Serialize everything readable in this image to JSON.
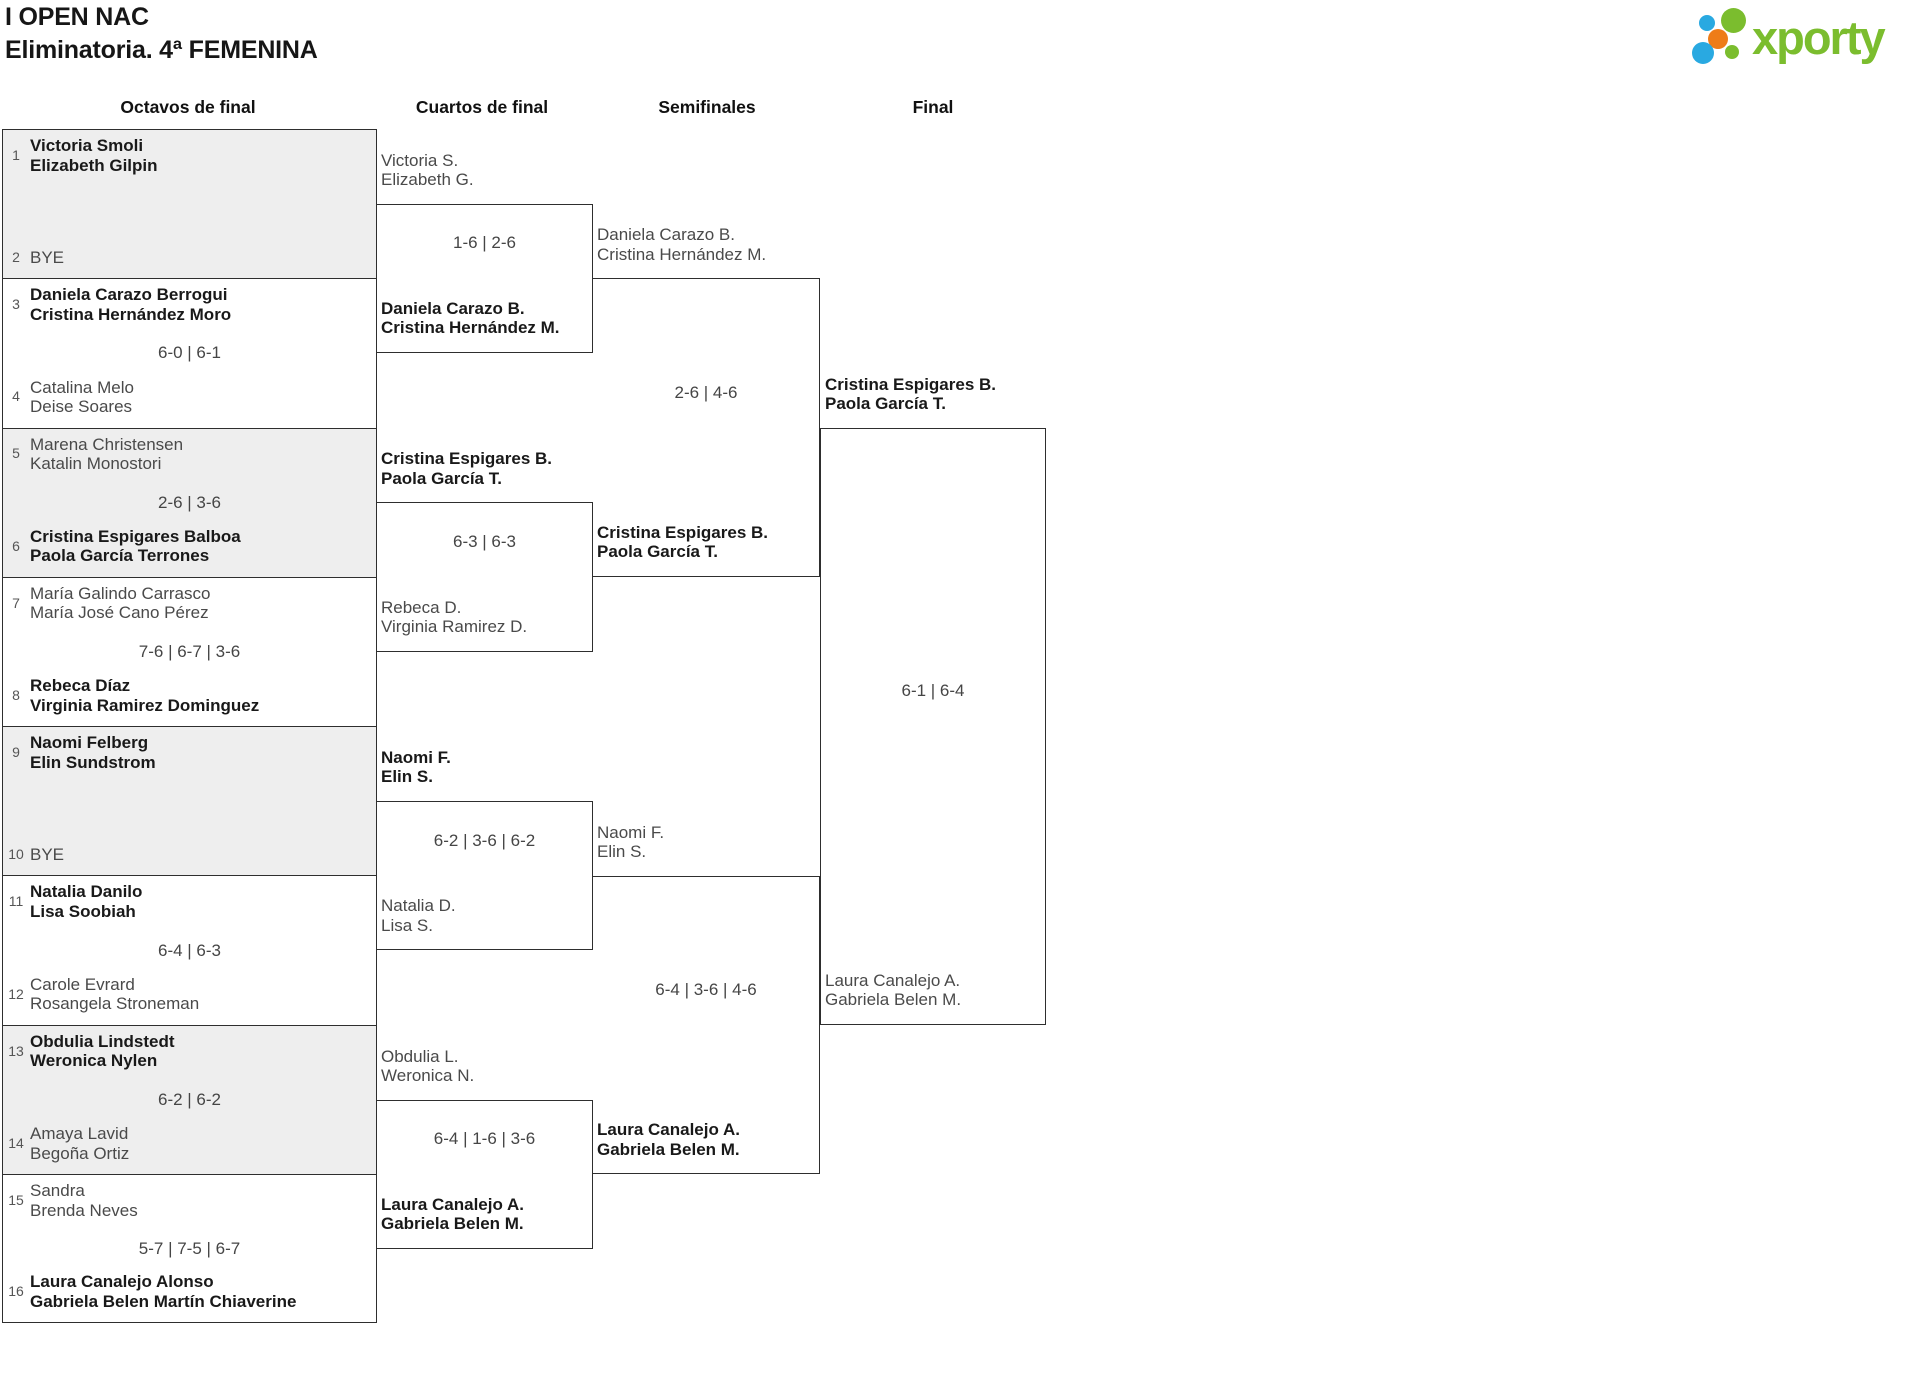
{
  "page": {
    "title": "I OPEN NAC",
    "subtitle": "Eliminatoria. 4ª FEMENINA"
  },
  "logo": {
    "wordmark": "xporty",
    "green": "#7bbd2e",
    "blue": "#29a9e1",
    "orange": "#ee7c18"
  },
  "round_headers": {
    "r16": "Octavos de final",
    "qf": "Cuartos de final",
    "sf": "Semifinales",
    "final": "Final"
  },
  "bracket": {
    "r16": [
      {
        "s1": "1",
        "t1a": "Victoria Smoli",
        "t1b": "Elizabeth Gilpin",
        "t1w": true,
        "score": "",
        "s2": "2",
        "t2a": "BYE",
        "t2b": "",
        "t2w": false
      },
      {
        "s1": "3",
        "t1a": "Daniela Carazo Berrogui",
        "t1b": "Cristina Hernández Moro",
        "t1w": true,
        "score": "6-0 | 6-1",
        "s2": "4",
        "t2a": "Catalina Melo",
        "t2b": "Deise Soares",
        "t2w": false
      },
      {
        "s1": "5",
        "t1a": "Marena Christensen",
        "t1b": "Katalin Monostori",
        "t1w": false,
        "score": "2-6 | 3-6",
        "s2": "6",
        "t2a": "Cristina Espigares Balboa",
        "t2b": "Paola García Terrones",
        "t2w": true
      },
      {
        "s1": "7",
        "t1a": "María Galindo Carrasco",
        "t1b": "María José Cano Pérez",
        "t1w": false,
        "score": "7-6 | 6-7 | 3-6",
        "s2": "8",
        "t2a": "Rebeca Díaz",
        "t2b": "Virginia Ramirez Dominguez",
        "t2w": true
      },
      {
        "s1": "9",
        "t1a": "Naomi Felberg",
        "t1b": "Elin Sundstrom",
        "t1w": true,
        "score": "",
        "s2": "10",
        "t2a": "BYE",
        "t2b": "",
        "t2w": false
      },
      {
        "s1": "11",
        "t1a": "Natalia Danilo",
        "t1b": "Lisa Soobiah",
        "t1w": true,
        "score": "6-4 | 6-3",
        "s2": "12",
        "t2a": "Carole Evrard",
        "t2b": "Rosangela Stroneman",
        "t2w": false
      },
      {
        "s1": "13",
        "t1a": "Obdulia Lindstedt",
        "t1b": "Weronica Nylen",
        "t1w": true,
        "score": "6-2 | 6-2",
        "s2": "14",
        "t2a": "Amaya Lavid",
        "t2b": "Begoña Ortiz",
        "t2w": false
      },
      {
        "s1": "15",
        "t1a": "Sandra",
        "t1b": "Brenda Neves",
        "t1w": false,
        "score": "5-7 | 7-5 | 6-7",
        "s2": "16",
        "t2a": "Laura Canalejo Alonso",
        "t2b": "Gabriela Belen Martín Chiaverine",
        "t2w": true
      }
    ],
    "qf": [
      {
        "t1a": "Victoria S.",
        "t1b": "Elizabeth G.",
        "t1w": false,
        "score": "1-6 | 2-6",
        "t2a": "Daniela Carazo B.",
        "t2b": "Cristina Hernández M.",
        "t2w": true
      },
      {
        "t1a": "Cristina Espigares B.",
        "t1b": "Paola García T.",
        "t1w": true,
        "score": "6-3 | 6-3",
        "t2a": "Rebeca D.",
        "t2b": "Virginia Ramirez D.",
        "t2w": false
      },
      {
        "t1a": "Naomi F.",
        "t1b": "Elin S.",
        "t1w": true,
        "score": "6-2 | 3-6 | 6-2",
        "t2a": "Natalia D.",
        "t2b": "Lisa S.",
        "t2w": false
      },
      {
        "t1a": "Obdulia L.",
        "t1b": "Weronica N.",
        "t1w": false,
        "score": "6-4 | 1-6 | 3-6",
        "t2a": "Laura Canalejo A.",
        "t2b": "Gabriela Belen M.",
        "t2w": true
      }
    ],
    "sf": [
      {
        "t1a": "Daniela Carazo B.",
        "t1b": "Cristina Hernández M.",
        "t1w": false,
        "score": "2-6 | 4-6",
        "t2a": "Cristina Espigares B.",
        "t2b": "Paola García T.",
        "t2w": true
      },
      {
        "t1a": "Naomi F.",
        "t1b": "Elin S.",
        "t1w": false,
        "score": "6-4 | 3-6 | 4-6",
        "t2a": "Laura Canalejo A.",
        "t2b": "Gabriela Belen M.",
        "t2w": true
      }
    ],
    "final": {
      "t1a": "Cristina Espigares B.",
      "t1b": "Paola García T.",
      "t1w": true,
      "score": "6-1 | 6-4",
      "t2a": "Laura Canalejo A.",
      "t2b": "Gabriela Belen M.",
      "t2w": false
    }
  }
}
